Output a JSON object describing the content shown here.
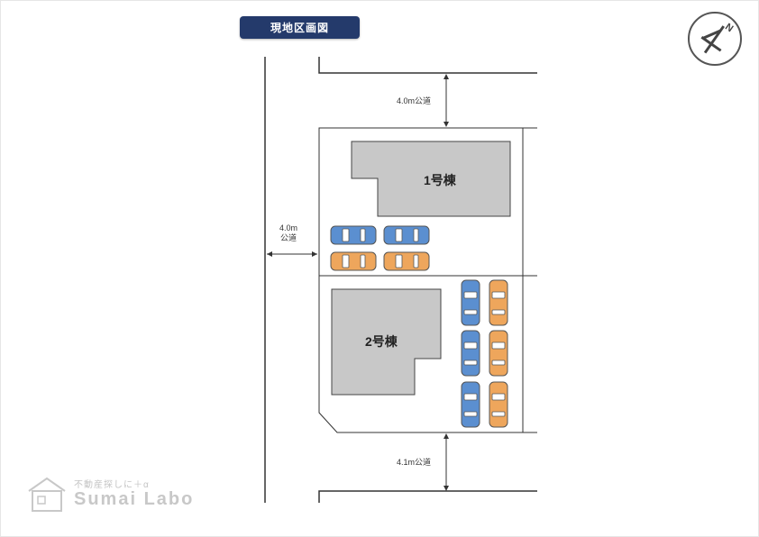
{
  "title": "現地区画図",
  "compass": {
    "label": "N"
  },
  "roads": {
    "north": {
      "width": "4.0m",
      "type": "公道"
    },
    "west": {
      "width": "4.0m",
      "type": "公道"
    },
    "south": {
      "width": "4.1m",
      "type": "公道"
    }
  },
  "buildings": [
    {
      "label": "1号棟"
    },
    {
      "label": "2号棟"
    }
  ],
  "cars": [
    {
      "color": "blue"
    },
    {
      "color": "blue"
    },
    {
      "color": "orange"
    },
    {
      "color": "orange"
    },
    {
      "color": "blue"
    },
    {
      "color": "orange"
    },
    {
      "color": "blue"
    },
    {
      "color": "orange"
    },
    {
      "color": "blue"
    },
    {
      "color": "orange"
    }
  ],
  "colors": {
    "title_bg": "#243a6b",
    "building_fill": "#c8c8c8",
    "car_blue": "#5b8fd0",
    "car_orange": "#eea65c"
  },
  "logo": {
    "tagline": "不動産探しに＋α",
    "name": "Sumai Labo"
  }
}
